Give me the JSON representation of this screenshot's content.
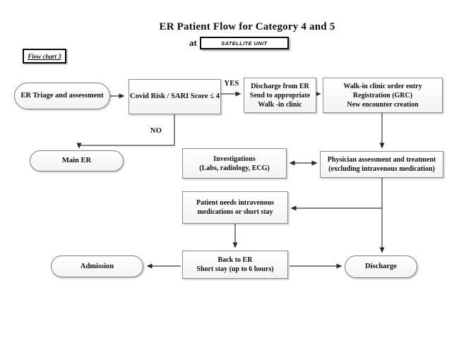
{
  "header": {
    "title": "ER Patient Flow for Category 4 and 5",
    "at_label": "at",
    "unit_name": "SATELLITE UNIT",
    "flowchart_tag": "Flow chart 3"
  },
  "nodes": {
    "er_triage": {
      "label": "ER Triage and assessment"
    },
    "covid_risk": {
      "label": "Covid Risk / SARI Score ≤ 4"
    },
    "discharge_from_er": {
      "lines": [
        "Discharge from ER",
        "Send to appropriate",
        "Walk -in clinic"
      ]
    },
    "walk_in_clinic": {
      "lines": [
        "Walk-in clinic order entry",
        "Registration (GRC)",
        "New encounter creation"
      ]
    },
    "main_er": {
      "label": "Main ER"
    },
    "investigations": {
      "lines": [
        "Investigations",
        "(Labs, radiology, ECG)"
      ]
    },
    "physician": {
      "lines": [
        "Physician assessment and treatment",
        "(excluding intravenous medication)"
      ]
    },
    "patient_needs": {
      "lines": [
        "Patient needs intravenous",
        "medications or short stay"
      ]
    },
    "back_to_er": {
      "lines": [
        "Back to ER",
        "Short stay (up to 6 hours)"
      ]
    },
    "admission": {
      "label": "Admission"
    },
    "discharge": {
      "label": "Discharge"
    }
  },
  "edge_labels": {
    "yes": "YES",
    "no": "NO"
  },
  "colors": {
    "node_fill": "#f7f7f7",
    "node_border": "#8c8c8c",
    "line": "#3a3a3a",
    "text": "#0d0d0d"
  }
}
